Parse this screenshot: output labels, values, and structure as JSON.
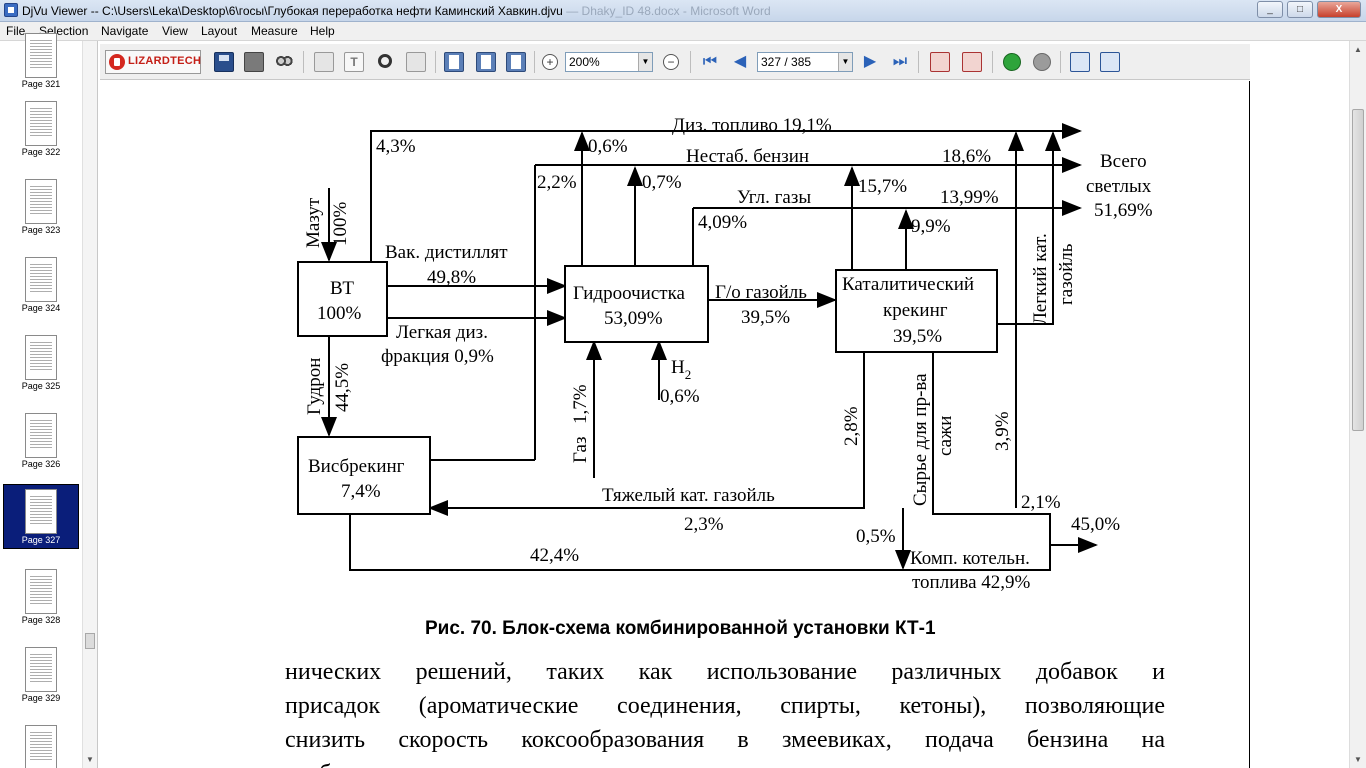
{
  "window": {
    "app_title": "DjVu Viewer -- C:\\Users\\Leka\\Desktop\\6\\госы\\Глубокая переработка нефти Каминский Хавкин.djvu",
    "ghost_title": "— Dhaky_ID 48.docx - Microsoft Word",
    "min": "_",
    "max": "□",
    "close": "X"
  },
  "menu": [
    "File",
    "Selection",
    "Navigate",
    "View",
    "Layout",
    "Measure",
    "Help"
  ],
  "thumbnails": [
    {
      "label": "Page 321",
      "selected": false
    },
    {
      "label": "Page 322",
      "selected": false
    },
    {
      "label": "Page 323",
      "selected": false
    },
    {
      "label": "Page 324",
      "selected": false
    },
    {
      "label": "Page 325",
      "selected": false
    },
    {
      "label": "Page 326",
      "selected": false
    },
    {
      "label": "Page 327",
      "selected": true
    },
    {
      "label": "Page 328",
      "selected": false
    },
    {
      "label": "Page 329",
      "selected": false
    }
  ],
  "toolbar": {
    "logo": "LIZARDTECH",
    "zoom_value": "200%",
    "page_value": "327 / 385",
    "zoom_in": "+",
    "zoom_out": "−",
    "first": "⏮",
    "prev": "◀",
    "next": "▶",
    "last": "⏭",
    "text_tool": "T"
  },
  "diagram": {
    "boxes": {
      "vt_name": "ВТ",
      "vt_pct": "100%",
      "hydro_name": "Гидроочистка",
      "hydro_pct": "53,09%",
      "cat_name1": "Каталитический",
      "cat_name2": "крекинг",
      "cat_pct": "39,5%",
      "vis_name": "Висбрекинг",
      "vis_pct": "7,4%"
    },
    "labels": {
      "diesel": "Диз. топливо 19,1%",
      "unstable_gasoline": "Нестаб. бензин",
      "gasoline_pct": "18,6%",
      "hydrocarbon_gas": "Угл. газы",
      "hc_gas_pct": "13,99%",
      "total1": "Всего",
      "total2": "светлых",
      "total_pct": "51,69%",
      "p43": "4,3%",
      "p06a": "0,6%",
      "p07": "0,7%",
      "p22": "2,2%",
      "p409": "4,09%",
      "p157": "15,7%",
      "p99": "9,9%",
      "mazut": "Мазут",
      "mazut_pct": "100%",
      "vac_dist": "Вак. дистиллят",
      "vac_pct": "49,8%",
      "light_diesel1": "Легкая диз.",
      "light_diesel2": "фракция 0,9%",
      "go_gasoil": "Г/о газойль",
      "go_pct": "39,5%",
      "h2": "H",
      "h2_sub": "2",
      "h2_pct": "0,6%",
      "light_cat1": "Легкий кат.",
      "light_cat2": "газойль",
      "gudron": "Гудрон",
      "gudron_pct": "44,5%",
      "gas": "Газ",
      "gas_pct": "1,7%",
      "p28": "2,8%",
      "soot1": "Сырье для пр-ва",
      "soot2": "сажи",
      "p39": "3,9%",
      "heavy_gasoil": "Тяжелый кат. газойль",
      "p23": "2,3%",
      "p21": "2,1%",
      "p450": "45,0%",
      "p05": "0,5%",
      "p424": "42,4%",
      "boiler1": "Комп. котельн.",
      "boiler2": "топлива 42,9%"
    }
  },
  "caption": "Рис. 70. Блок-схема комбинированной установки КТ-1",
  "body_lines": [
    "нических решений, таких как использование различных добавок и",
    "присадок (ароматические соединения, спирты, кетоны), позволяющие",
    "снизить скорость коксообразования в змеевиках, подача бензина на",
    "турбулизацию с целью регулирования времени контакта"
  ]
}
